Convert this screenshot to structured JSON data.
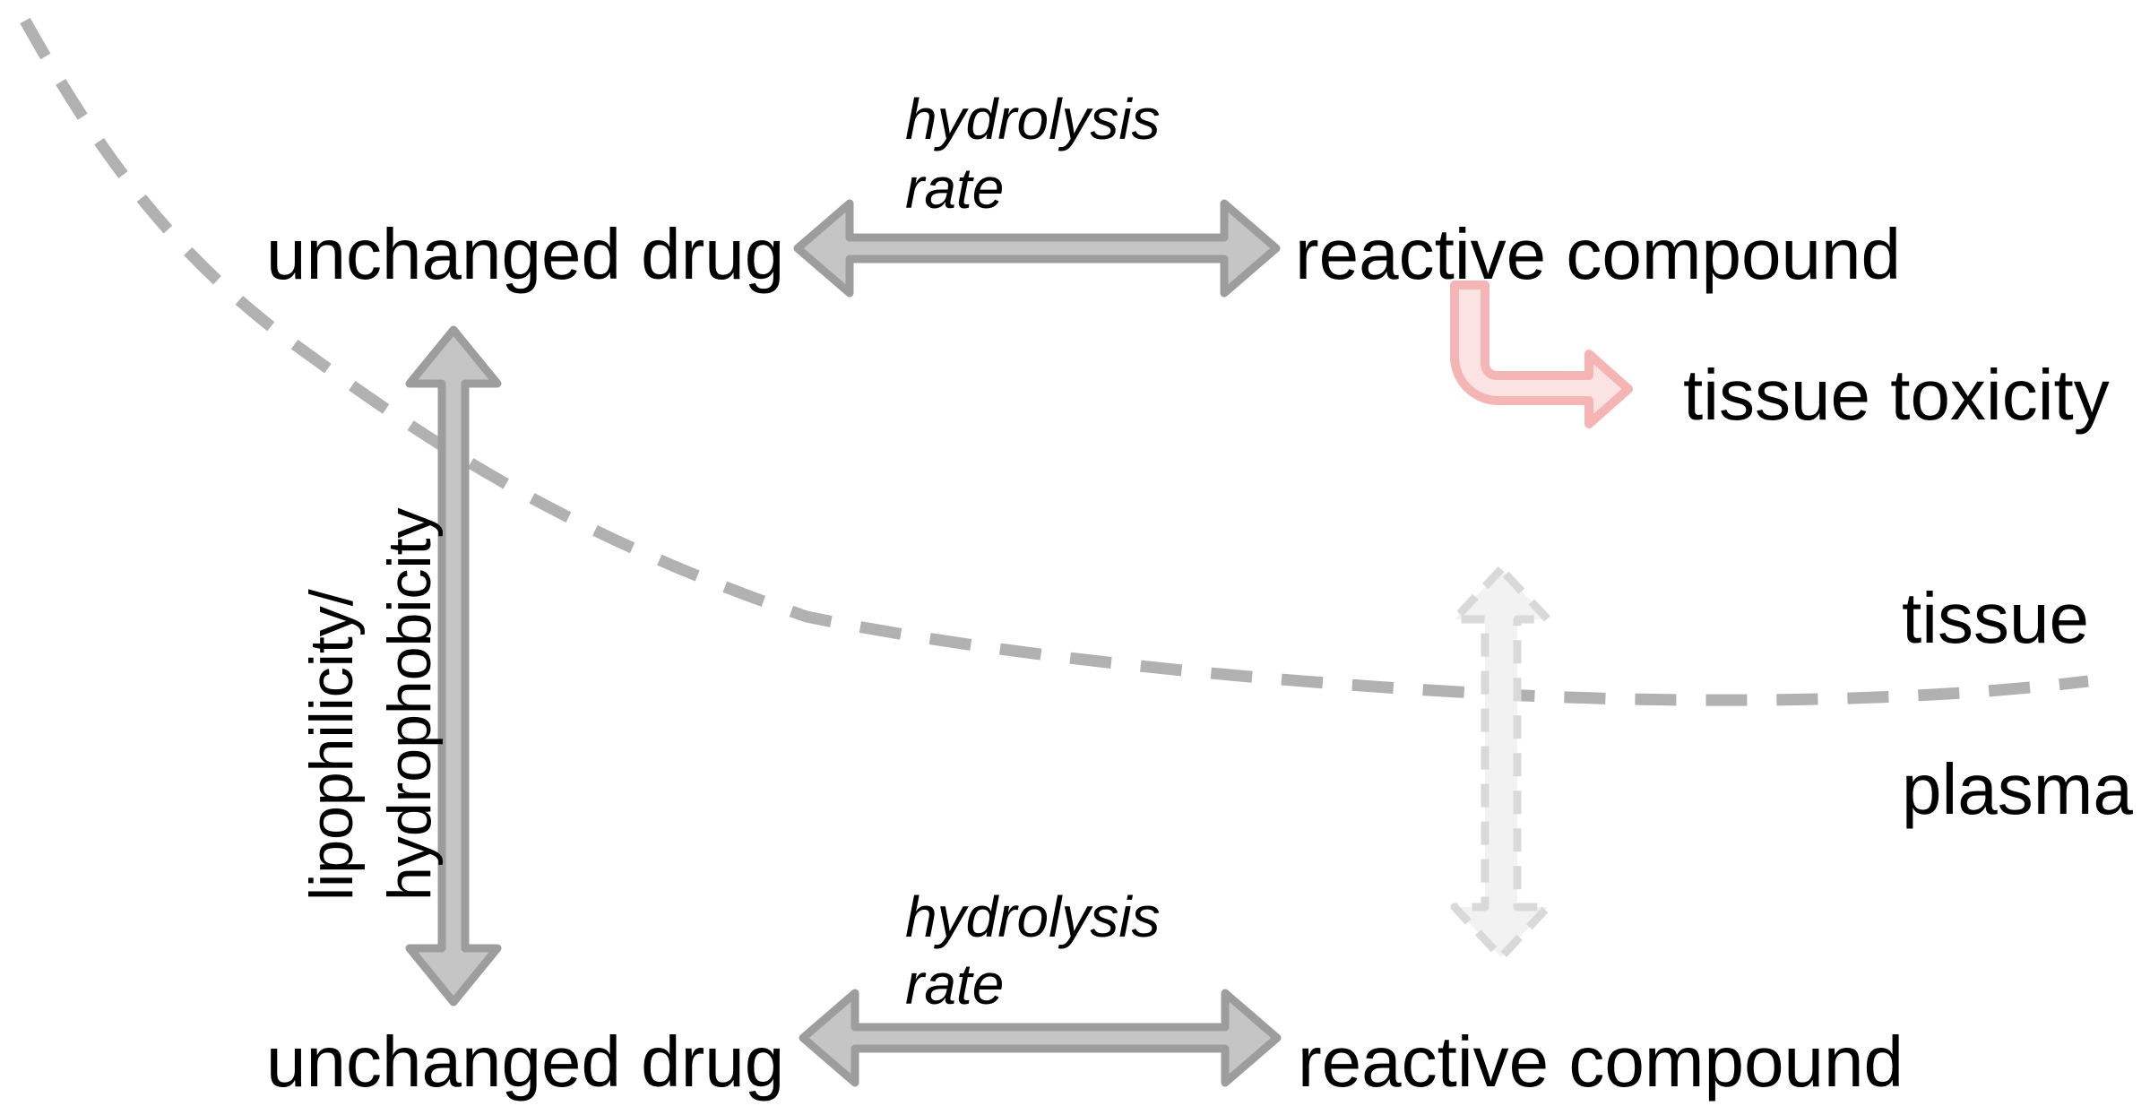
{
  "colors": {
    "background": "#ffffff",
    "text": "#000000",
    "toxicity_red": "#fe0000",
    "arrow_fill": "#c5c5c5",
    "arrow_stroke": "#9d9d9d",
    "curve_dash": "#b1b1b1",
    "light_arrow_fill": "#f2f2f2",
    "light_arrow_stroke": "#d9d9d9",
    "pink_arrow_fill": "#fbe3e3",
    "pink_arrow_stroke": "#f5b5b5"
  },
  "top_row": {
    "left_label": "unchanged drug",
    "right_label": "reactive compound",
    "arrow_label_line1": "hydrolysis",
    "arrow_label_line2": "rate"
  },
  "bottom_row": {
    "left_label": "unchanged drug",
    "right_label": "reactive compound",
    "arrow_label_line1": "hydrolysis",
    "arrow_label_line2": "rate"
  },
  "left_axis_label": {
    "line1": "lipophilicity/",
    "line2": "hydrophobicity"
  },
  "toxicity_label": "tissue toxicity",
  "compartment_labels": {
    "above_curve": "tissue",
    "below_curve": "plasma"
  }
}
